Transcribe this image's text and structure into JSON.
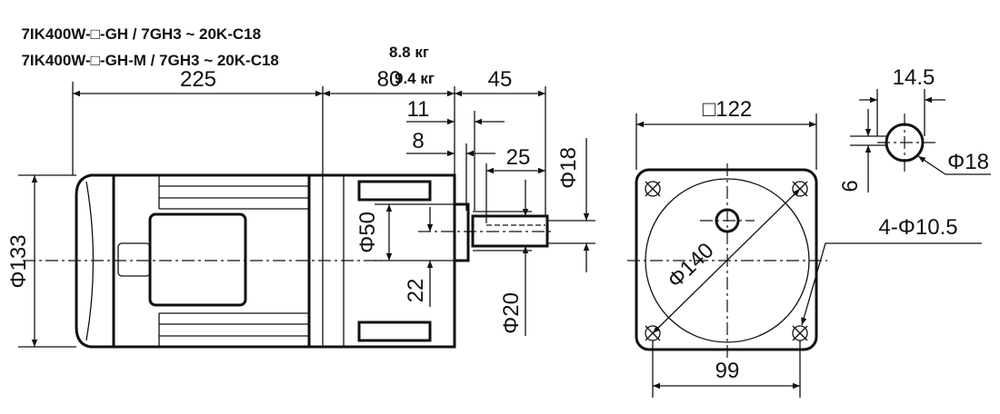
{
  "header": {
    "rows": [
      {
        "model": "7IK400W-□-GH / 7GH3 ~ 20K-C18",
        "weight": "8.8 кг"
      },
      {
        "model": "7IK400W-□-GH-M / 7GH3 ~ 20K-C18",
        "weight": "9.4 кг"
      }
    ]
  },
  "side_view": {
    "dim_motor_length": "225",
    "dim_gearbox_length": "80",
    "dim_shaft_length": "45",
    "dim_flange_11": "11",
    "dim_flange_8": "8",
    "dim_key_length": "25",
    "dim_key_dia": "Φ18",
    "dim_pilot_dia": "Φ50",
    "dim_shaft_offset": "22",
    "dim_shaft_dia": "Φ20",
    "dim_motor_dia": "Φ133"
  },
  "front_view": {
    "dim_square": "□122",
    "dim_pcd": "Φ140",
    "dim_holes": "4-Φ10.5",
    "dim_hole_spacing": "99"
  },
  "shaft_detail": {
    "dim_width": "14.5",
    "dim_depth": "6",
    "dim_dia": "Φ18"
  }
}
